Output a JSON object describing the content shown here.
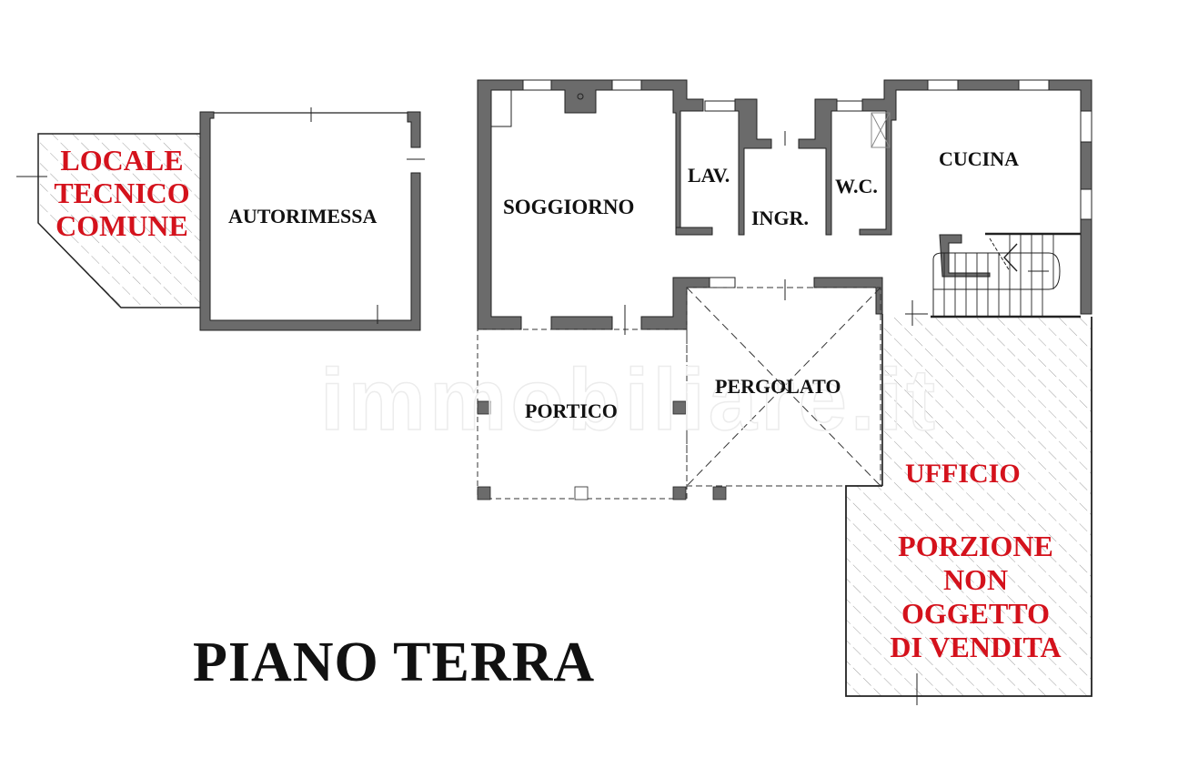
{
  "title": "PIANO TERRA",
  "watermark": "immobiliare.it",
  "colors": {
    "wall": "#6b6b6b",
    "line": "#222222",
    "label": "#111111",
    "highlight_label": "#d4121c",
    "hatch": "#9a9a9a"
  },
  "rooms": {
    "locale_tecnico": [
      "LOCALE",
      "TECNICO",
      "COMUNE"
    ],
    "autorimessa": "AUTORIMESSA",
    "soggiorno": "SOGGIORNO",
    "lav": "LAV.",
    "ingr": "INGR.",
    "wc": "W.C.",
    "cucina": "CUCINA",
    "portico": "PORTICO",
    "pergolato": "PERGOLATO",
    "ufficio": "UFFICIO",
    "excluded_note": [
      "PORZIONE",
      "NON",
      "OGGETTO",
      "DI VENDITA"
    ]
  }
}
